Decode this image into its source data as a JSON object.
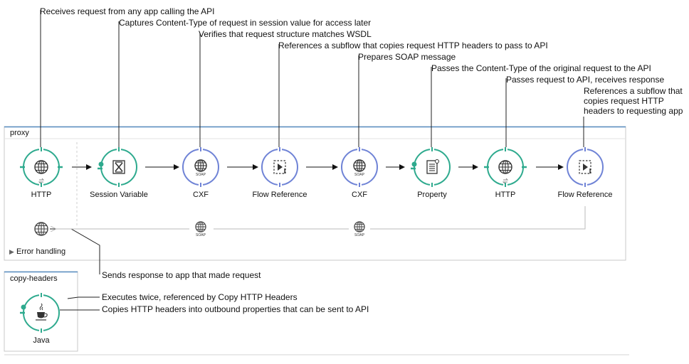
{
  "colors": {
    "accent_green": "#2eaa8e",
    "accent_blue": "#6f83d6",
    "panel_border": "#9a9a9a",
    "proxy_top_border": "#5a8fc4",
    "callout_line": "#222222",
    "arrow": "#111111",
    "return_arrow": "#bbbbbb"
  },
  "proxy_flow": {
    "name": "proxy",
    "error_handling": "Error handling",
    "nodes": [
      {
        "label": "HTTP",
        "icon": "globe-icon",
        "ring": "green"
      },
      {
        "label": "Session Variable",
        "icon": "session-variable-icon",
        "ring": "green"
      },
      {
        "label": "CXF",
        "icon": "soap-globe-icon",
        "ring": "blue"
      },
      {
        "label": "Flow Reference",
        "icon": "flow-reference-icon",
        "ring": "blue"
      },
      {
        "label": "CXF",
        "icon": "soap-globe-icon",
        "ring": "blue"
      },
      {
        "label": "Property",
        "icon": "property-icon",
        "ring": "green"
      },
      {
        "label": "HTTP",
        "icon": "globe-icon",
        "ring": "green"
      },
      {
        "label": "Flow Reference",
        "icon": "flow-reference-icon",
        "ring": "blue"
      }
    ]
  },
  "copy_headers_flow": {
    "name": "copy-headers",
    "node": {
      "label": "Java",
      "icon": "java-cup-icon",
      "ring": "green"
    }
  },
  "annotations": {
    "a1": "Receives request from any app calling the API",
    "a2": "Captures Content-Type of request in session value for access later",
    "a3": "Verifies that request structure matches WSDL",
    "a4": "References a subflow that copies request HTTP headers to pass to API",
    "a5": "Prepares SOAP message",
    "a6": "Passes the Content-Type of the original request to the API",
    "a7": "Passes request to API, receives response",
    "a8_lines": [
      "References a subflow that",
      "copies request HTTP",
      "headers to requesting app"
    ],
    "a9": "Sends response to app that made request",
    "a10": "Executes twice, referenced by Copy HTTP Headers",
    "a11": "Copies HTTP headers into outbound properties that can be sent to API"
  },
  "soap_text": "SOAP"
}
